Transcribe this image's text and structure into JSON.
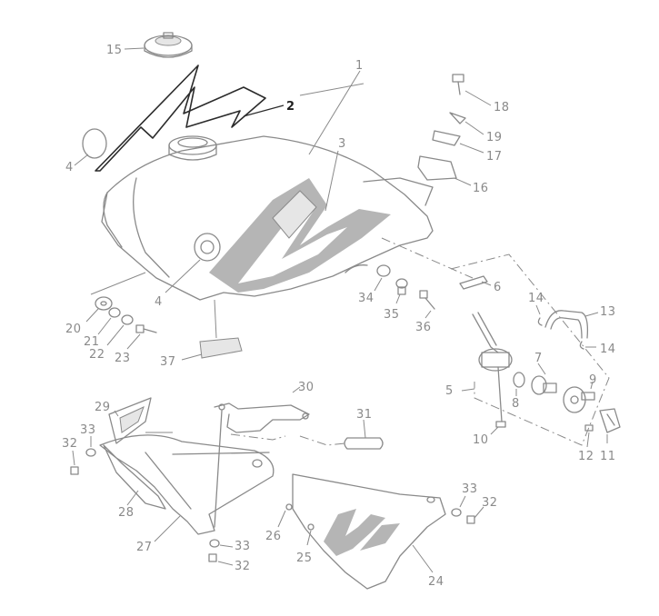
{
  "callouts": {
    "c1": "1",
    "c2": "2",
    "c3": "3",
    "c4a": "4",
    "c4b": "4",
    "c5": "5",
    "c6": "6",
    "c7": "7",
    "c8": "8",
    "c9": "9",
    "c10": "10",
    "c11": "11",
    "c12": "12",
    "c13": "13",
    "c14a": "14",
    "c14b": "14",
    "c15": "15",
    "c16": "16",
    "c17": "17",
    "c18": "18",
    "c19": "19",
    "c20": "20",
    "c21": "21",
    "c22": "22",
    "c23": "23",
    "c24": "24",
    "c25": "25",
    "c26": "26",
    "c27": "27",
    "c28": "28",
    "c29": "29",
    "c30": "30",
    "c31": "31",
    "c32a": "32",
    "c32b": "32",
    "c32c": "32",
    "c33a": "33",
    "c33b": "33",
    "c33c": "33",
    "c34": "34",
    "c35": "35",
    "c36": "36",
    "c37": "37"
  },
  "colors": {
    "line": "#8a8a8a",
    "highlight": "#2b2b2b",
    "background": "#ffffff"
  }
}
